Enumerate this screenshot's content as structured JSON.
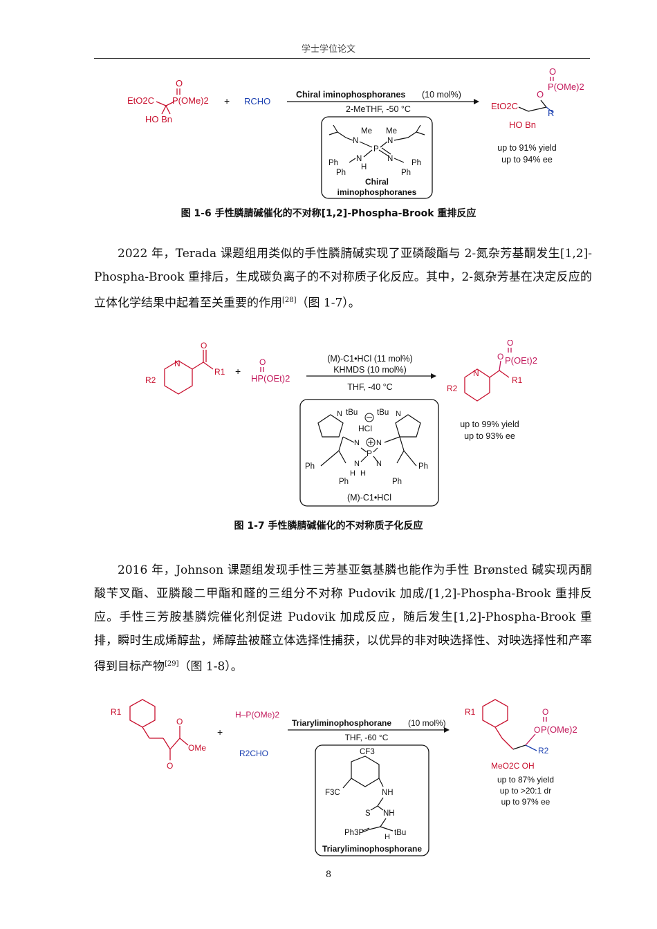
{
  "header": {
    "title": "学士学位论文"
  },
  "scheme1": {
    "reactant1_ester": "EtO2C",
    "reactant1_p": "P(OMe)2",
    "reactant1_o": "O",
    "reactant1_sub": "HO  Bn",
    "plus": "+",
    "reactant2": "RCHO",
    "arrow_top": "Chiral  iminophosphoranes",
    "arrow_loading": "(10 mol%)",
    "arrow_bottom": "2-MeTHF, -50 °C",
    "cat_me_left": "Me",
    "cat_me_right": "Me",
    "cat_ph_labels": [
      "Ph",
      "Ph",
      "Ph",
      "Ph"
    ],
    "cat_name_1": "Chiral",
    "cat_name_2": "iminophosphoranes",
    "product_p": "P(OMe)2",
    "product_ester": "EtO2C",
    "product_r": "R",
    "product_sub": "HO  Bn",
    "yield": "up to 91% yield",
    "ee": "up to 94% ee"
  },
  "caption1": "图 1-6 手性膦腈碱催化的不对称[1,2]-Phospha-Brook 重排反应",
  "paragraph1": {
    "text": "2022 年，Terada 课题组用类似的手性膦腈碱实现了亚磷酸酯与 2-氮杂芳基酮发生[1,2]-Phospha-Brook 重排后，生成碳负离子的不对称质子化反应。其中，2-氮杂芳基在决定反应的立体化学结果中起着至关重要的作用",
    "ref": "[28]",
    "tail": "（图 1-7）。"
  },
  "scheme2": {
    "reactant1_r": "R2",
    "reactant1_r1": "R1",
    "plus": "+",
    "reactant2": "HP(OEt)2",
    "arrow_top": "(M)-C1•HCl (11 mol%)",
    "arrow_mid": "KHMDS (10 mol%)",
    "arrow_bottom": "THF, -40 °C",
    "cat_tbu": [
      "tBu",
      "tBu"
    ],
    "cat_hcl": "HCl",
    "cat_ph": [
      "Ph",
      "Ph",
      "Ph",
      "Ph"
    ],
    "cat_name": "(M)-C1•HCl",
    "product_p": "P(OEt)2",
    "product_r2": "R2",
    "product_r1": "R1",
    "yield": "up to 99% yield",
    "ee": "up to 93% ee"
  },
  "caption2": "图 1-7 手性膦腈碱催化的不对称质子化反应",
  "paragraph2": {
    "text": "2016 年，Johnson 课题组发现手性三芳基亚氨基膦也能作为手性 Brønsted 碱实现丙酮酸苄叉酯、亚膦酸二甲酯和醛的三组分不对称 Pudovik 加成/[1,2]-Phospha-Brook 重排反应。手性三芳胺基膦烷催化剂促进 Pudovik 加成反应，随后发生[1,2]-Phospha-Brook 重排，瞬时生成烯醇盐，烯醇盐被醛立体选择性捕获，以优异的非对映选择性、对映选择性和产率得到目标产物",
    "ref": "[29]",
    "tail": "（图 1-8）。"
  },
  "scheme3": {
    "reactant1_r1": "R1",
    "reactant1_ome": "OMe",
    "reactant2": "H–P(OMe)2",
    "reactant3": "R2CHO",
    "plus": "+",
    "arrow_top": "Triaryliminophosphorane",
    "arrow_loading": "(10 mol%)",
    "arrow_bottom": "THF, -60 °C",
    "cat_cf3_top": "CF3",
    "cat_cf3_left": "F3C",
    "cat_nh1": "NH",
    "cat_s": "S",
    "cat_nh2": "NH",
    "cat_ph3p": "Ph3P",
    "cat_tbu": "tBu",
    "cat_h": "H",
    "cat_name": "Triaryliminophosphorane",
    "product_r1": "R1",
    "product_p": "P(OMe)2",
    "product_r2": "R2",
    "product_ester": "MeO2C  OH",
    "yield": "up to 87% yield",
    "dr": "up to >20:1 dr",
    "ee": "up to 97% ee"
  },
  "page_number": "8",
  "colors": {
    "red": "#c8102e",
    "blue": "#1a3fb0",
    "magenta": "#c2185b",
    "black": "#111111"
  }
}
